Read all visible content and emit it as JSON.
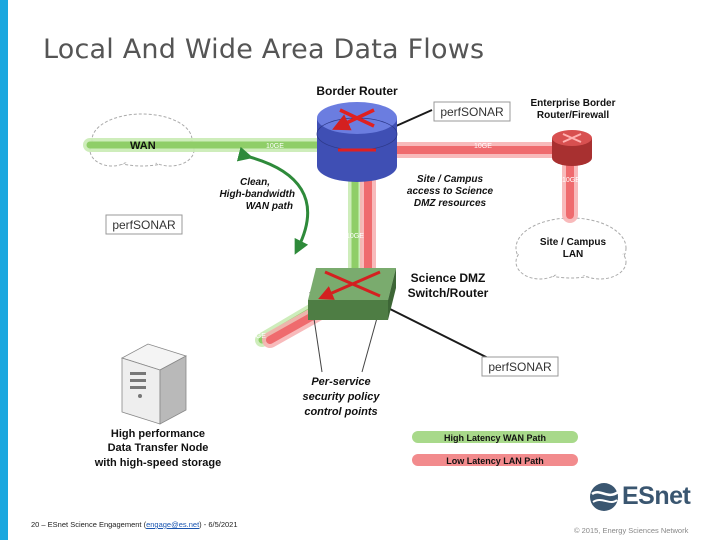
{
  "slide": {
    "title": "Local And Wide Area Data Flows"
  },
  "diagram": {
    "border_router": "Border Router",
    "enterprise_border": [
      "Enterprise Border",
      "Router/Firewall"
    ],
    "wan": "WAN",
    "link_10ge": "10GE",
    "clean_path": [
      "Clean,",
      "High-bandwidth",
      "WAN path"
    ],
    "site_access": [
      "Site / Campus",
      "access to Science",
      "DMZ resources"
    ],
    "site_lan": [
      "Site / Campus",
      "LAN"
    ],
    "dmz_switch": [
      "Science DMZ",
      "Switch/Router"
    ],
    "policy": [
      "Per-service",
      "security policy",
      "control points"
    ],
    "dtn": [
      "High performance",
      "Data Transfer Node",
      "with high-speed storage"
    ],
    "perfsonar": "perfSONAR",
    "legend": {
      "high": "High Latency WAN Path",
      "low": "Low Latency LAN Path"
    },
    "colors": {
      "wan_path": "#9fd37c",
      "lan_path": "#f0797b",
      "router": "#5564c8",
      "switch": "#6e9e62"
    }
  },
  "footer": {
    "left_prefix": "20 – ESnet Science Engagement (",
    "left_link": "engage@es.net",
    "left_suffix": ") - 6/5/2021",
    "copyright": "© 2015, Energy Sciences Network"
  },
  "logo": {
    "word": "ESnet"
  }
}
